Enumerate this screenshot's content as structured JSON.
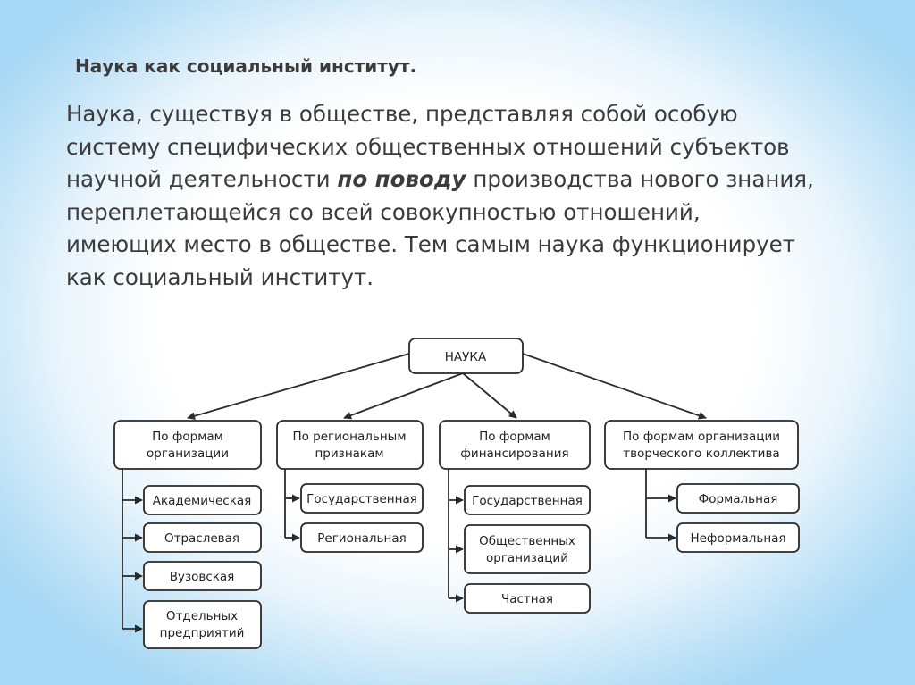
{
  "slide": {
    "title": "Наука как социальный институт.",
    "paragraph": {
      "part1": "Наука, существуя в обществе, представляя собой особую систему специфических общественных отношений субъектов научной деятельности ",
      "emphasis": "по поводу",
      "part2": " производства нового знания, переплетающейся со всей совокупностью отношений, имеющих место в обществе. Тем самым наука функционирует как социальный институт."
    }
  },
  "diagram": {
    "root": "НАУКА",
    "cat1": {
      "title": [
        "По формам",
        "организации"
      ],
      "items": [
        [
          "Академическая"
        ],
        [
          "Отраслевая"
        ],
        [
          "Вузовская"
        ],
        [
          "Отдельных",
          "предприятий"
        ]
      ]
    },
    "cat2": {
      "title": [
        "По региональным",
        "признакам"
      ],
      "items": [
        [
          "Государственная"
        ],
        [
          "Региональная"
        ]
      ]
    },
    "cat3": {
      "title": [
        "По формам",
        "финансирования"
      ],
      "items": [
        [
          "Государственная"
        ],
        [
          "Общественных",
          "организаций"
        ],
        [
          "Частная"
        ]
      ]
    },
    "cat4": {
      "title": [
        "По формам организации",
        "творческого коллектива"
      ],
      "items": [
        [
          "Формальная"
        ],
        [
          "Неформальная"
        ]
      ]
    }
  }
}
